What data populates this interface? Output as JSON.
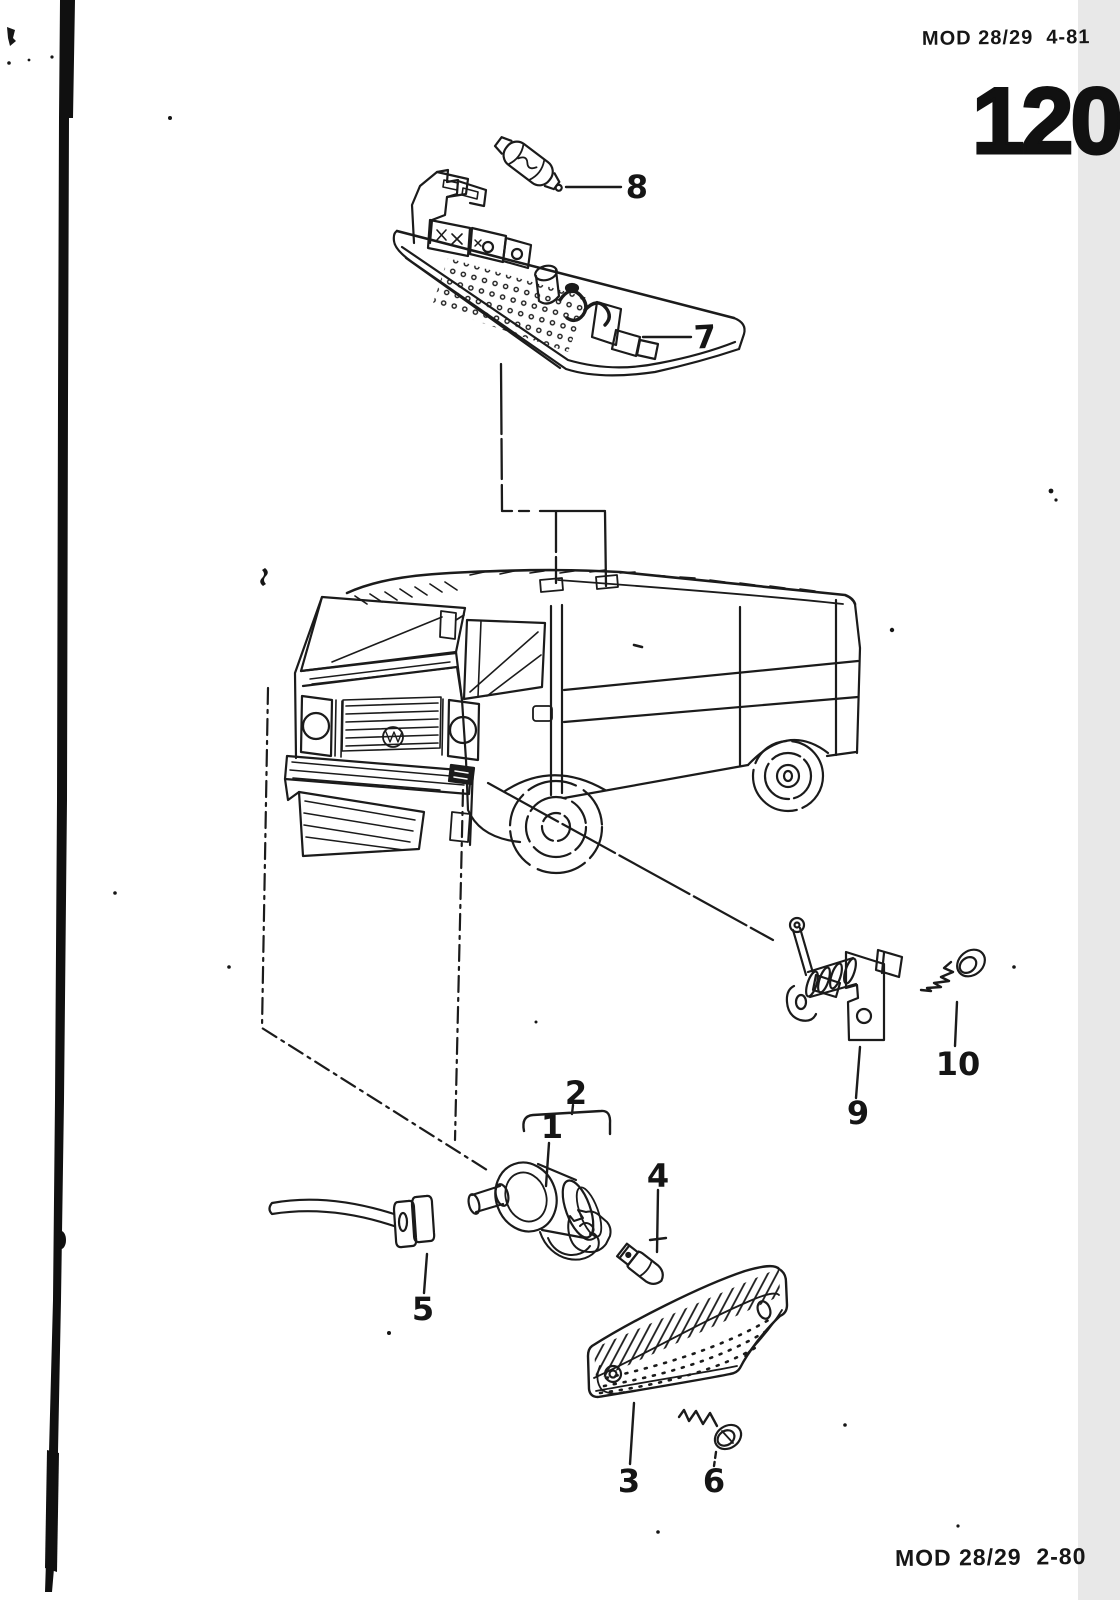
{
  "page": {
    "header_right": "MOD 28/29  4-81",
    "page_number": "120",
    "footer_right": "MOD 28/29  2-80"
  },
  "diagram": {
    "callouts": [
      {
        "label": "1"
      },
      {
        "label": "2"
      },
      {
        "label": "3"
      },
      {
        "label": "4"
      },
      {
        "label": "5"
      },
      {
        "label": "6"
      },
      {
        "label": "7"
      },
      {
        "label": "8"
      },
      {
        "label": "9"
      },
      {
        "label": "10"
      }
    ]
  }
}
